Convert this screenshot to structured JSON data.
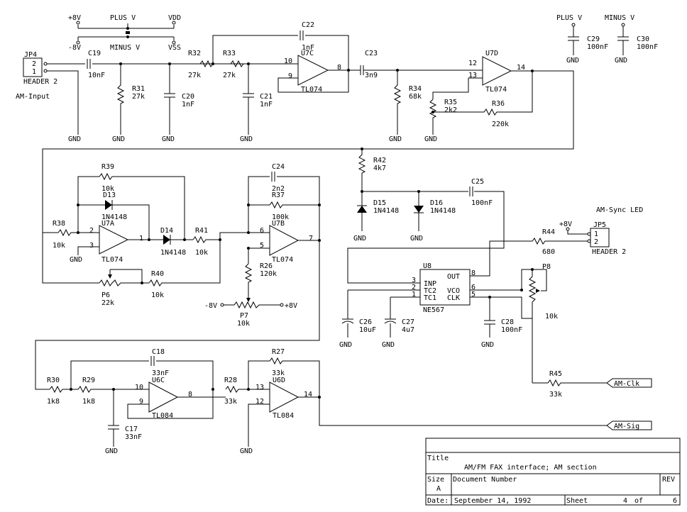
{
  "supply": {
    "p8v": "+8V",
    "plus_v": "PLUS V",
    "vdd": "VDD",
    "m8v": "-8V",
    "minus_v": "MINUS V",
    "vss": "VSS",
    "plus_v2": "PLUS V",
    "minus_v2": "MINUS V"
  },
  "gnd": "GND",
  "connectors": {
    "jp4": "JP4",
    "jp4_header": "HEADER 2",
    "am_input": "AM-Input",
    "jp5": "JP5",
    "jp5_header": "HEADER 2",
    "am_sync_led": "AM-Sync LED",
    "pin1": "1",
    "pin2": "2"
  },
  "ports": {
    "am_clk": "AM-Clk",
    "am_sig": "AM-Sig"
  },
  "ics": {
    "u7c": "U7C",
    "u7c_part": "TL074",
    "u7c_pins": [
      "10",
      "9",
      "8"
    ],
    "u7d": "U7D",
    "u7d_part": "TL074",
    "u7d_pins": [
      "12",
      "13",
      "14"
    ],
    "u7a": "U7A",
    "u7a_part": "TL074",
    "u7a_pins": [
      "2",
      "3",
      "1"
    ],
    "u7b": "U7B",
    "u7b_part": "TL074",
    "u7b_pins": [
      "6",
      "5",
      "7"
    ],
    "u6c": "U6C",
    "u6c_part": "TL084",
    "u6c_pins": [
      "10",
      "9",
      "8"
    ],
    "u6d": "U6D",
    "u6d_part": "TL084",
    "u6d_pins": [
      "13",
      "12",
      "14"
    ],
    "u8": "U8",
    "u8_part": "NE567",
    "u8_labels": [
      "INP",
      "TC2",
      "TC1",
      "OUT",
      "VCO",
      "CLK"
    ],
    "u8_pins": [
      "3",
      "2",
      "1",
      "8",
      "6",
      "5"
    ]
  },
  "parts": {
    "c19": [
      "C19",
      "10nF"
    ],
    "r31": [
      "R31",
      "27k"
    ],
    "c20": [
      "C20",
      "1nF"
    ],
    "r32": [
      "R32",
      "27k"
    ],
    "r33": [
      "R33",
      "27k"
    ],
    "c21": [
      "C21",
      "1nF"
    ],
    "c22": [
      "C22",
      "1nF"
    ],
    "c23": [
      "C23",
      "3n9"
    ],
    "r34": [
      "R34",
      "68k"
    ],
    "r35": [
      "R35",
      "2k2"
    ],
    "r36": [
      "R36",
      "220k"
    ],
    "c29": [
      "C29",
      "100nF"
    ],
    "c30": [
      "C30",
      "100nF"
    ],
    "r39": [
      "R39",
      "10k"
    ],
    "d13": [
      "D13",
      "1N4148"
    ],
    "r38": [
      "R38",
      "10k"
    ],
    "d14": [
      "D14",
      "1N4148"
    ],
    "r41": [
      "R41",
      "10k"
    ],
    "r40": [
      "R40",
      "10k"
    ],
    "p6": [
      "P6",
      "22k"
    ],
    "c24": [
      "C24",
      "2n2"
    ],
    "r37": [
      "R37",
      "100k"
    ],
    "r26": [
      "R26",
      "120k"
    ],
    "p7": [
      "P7",
      "10k"
    ],
    "p7_m8v": "-8V",
    "p7_p8v": "+8V",
    "r42": [
      "R42",
      "4k7"
    ],
    "d15": [
      "D15",
      "1N4148"
    ],
    "d16": [
      "D16",
      "1N4148"
    ],
    "c25": [
      "C25",
      "100nF"
    ],
    "r44": [
      "R44",
      "680"
    ],
    "r44_p8v": "+8V",
    "p8": [
      "P8",
      "10k"
    ],
    "c26": [
      "C26",
      "10uF"
    ],
    "c27": [
      "C27",
      "4u7"
    ],
    "c28": [
      "C28",
      "100nF"
    ],
    "r45": [
      "R45",
      "33k"
    ],
    "c18": [
      "C18",
      "33nF"
    ],
    "r30": [
      "R30",
      "1k8"
    ],
    "r29": [
      "R29",
      "1k8"
    ],
    "c17": [
      "C17",
      "33nF"
    ],
    "r28": [
      "R28",
      "33k"
    ],
    "r27": [
      "R27",
      "33k"
    ]
  },
  "title_block": {
    "title_label": "Title",
    "title": "AM/FM FAX interface; AM section",
    "size_label": "Size",
    "size": "A",
    "docnum_label": "Document Number",
    "rev_label": "REV",
    "date_label": "Date:",
    "date": "September 14, 1992",
    "sheet_label": "Sheet",
    "sheet": "4",
    "of_label": "of",
    "of": "6"
  }
}
